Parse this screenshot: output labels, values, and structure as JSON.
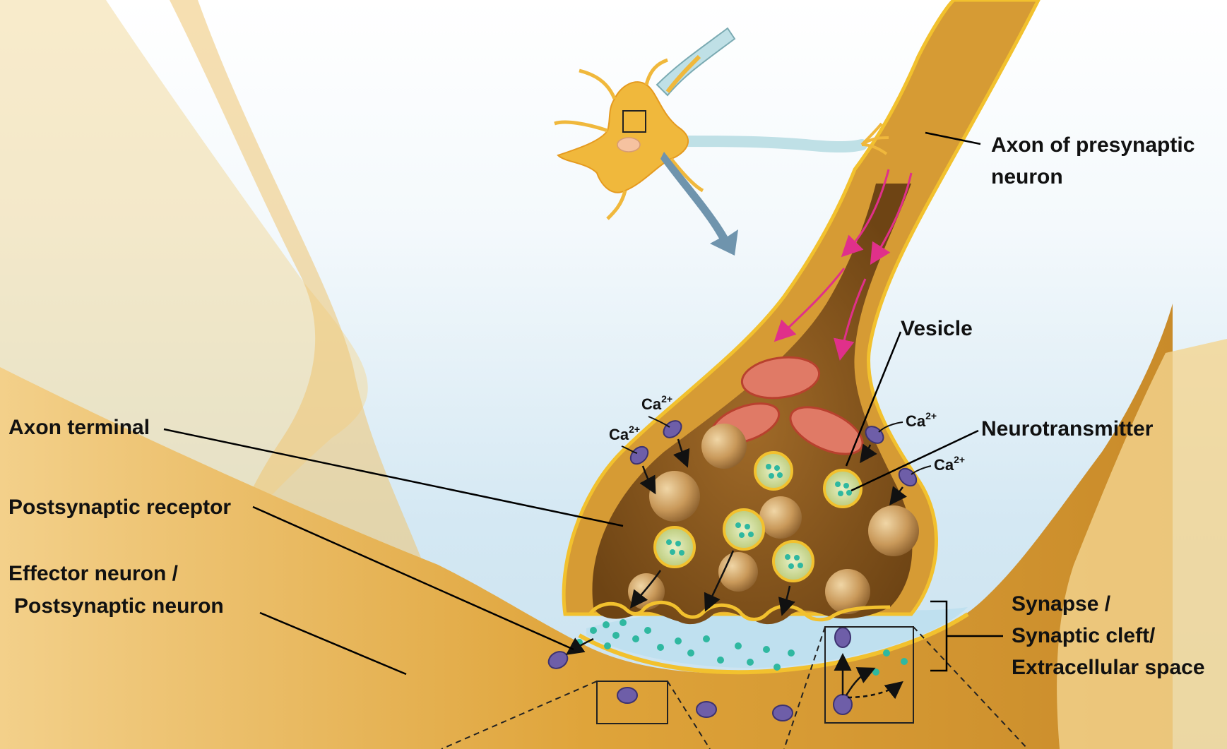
{
  "labels": {
    "axon_presynaptic_line1": "Axon of presynaptic",
    "axon_presynaptic_line2": "neuron",
    "vesicle": "Vesicle",
    "neurotransmitter": "Neurotransmitter",
    "axon_terminal": "Axon terminal",
    "postsynaptic_receptor": "Postsynaptic receptor",
    "effector_line1": "Effector neuron /",
    "effector_line2": "Postsynaptic neuron",
    "synapse_line1": "Synapse /",
    "synapse_line2": "Synaptic cleft/",
    "synapse_line3": "Extracellular space"
  },
  "ion": {
    "symbol": "Ca",
    "charge": "2+"
  },
  "colors": {
    "neuron_body": "#e3a93c",
    "neuron_highlight": "#f6d58a",
    "neuron_outline": "#f2c12e",
    "terminal_interior": "#8a5a1e",
    "vesicle_fill": "#c59a5f",
    "cleft_fluid": "#cfe6f2",
    "neurotransmitter": "#2fb8a0",
    "receptor": "#6e5ea8",
    "mitochondrion": "#c8503a",
    "transport_arrow": "#e0308a",
    "leader_line": "#000000"
  }
}
